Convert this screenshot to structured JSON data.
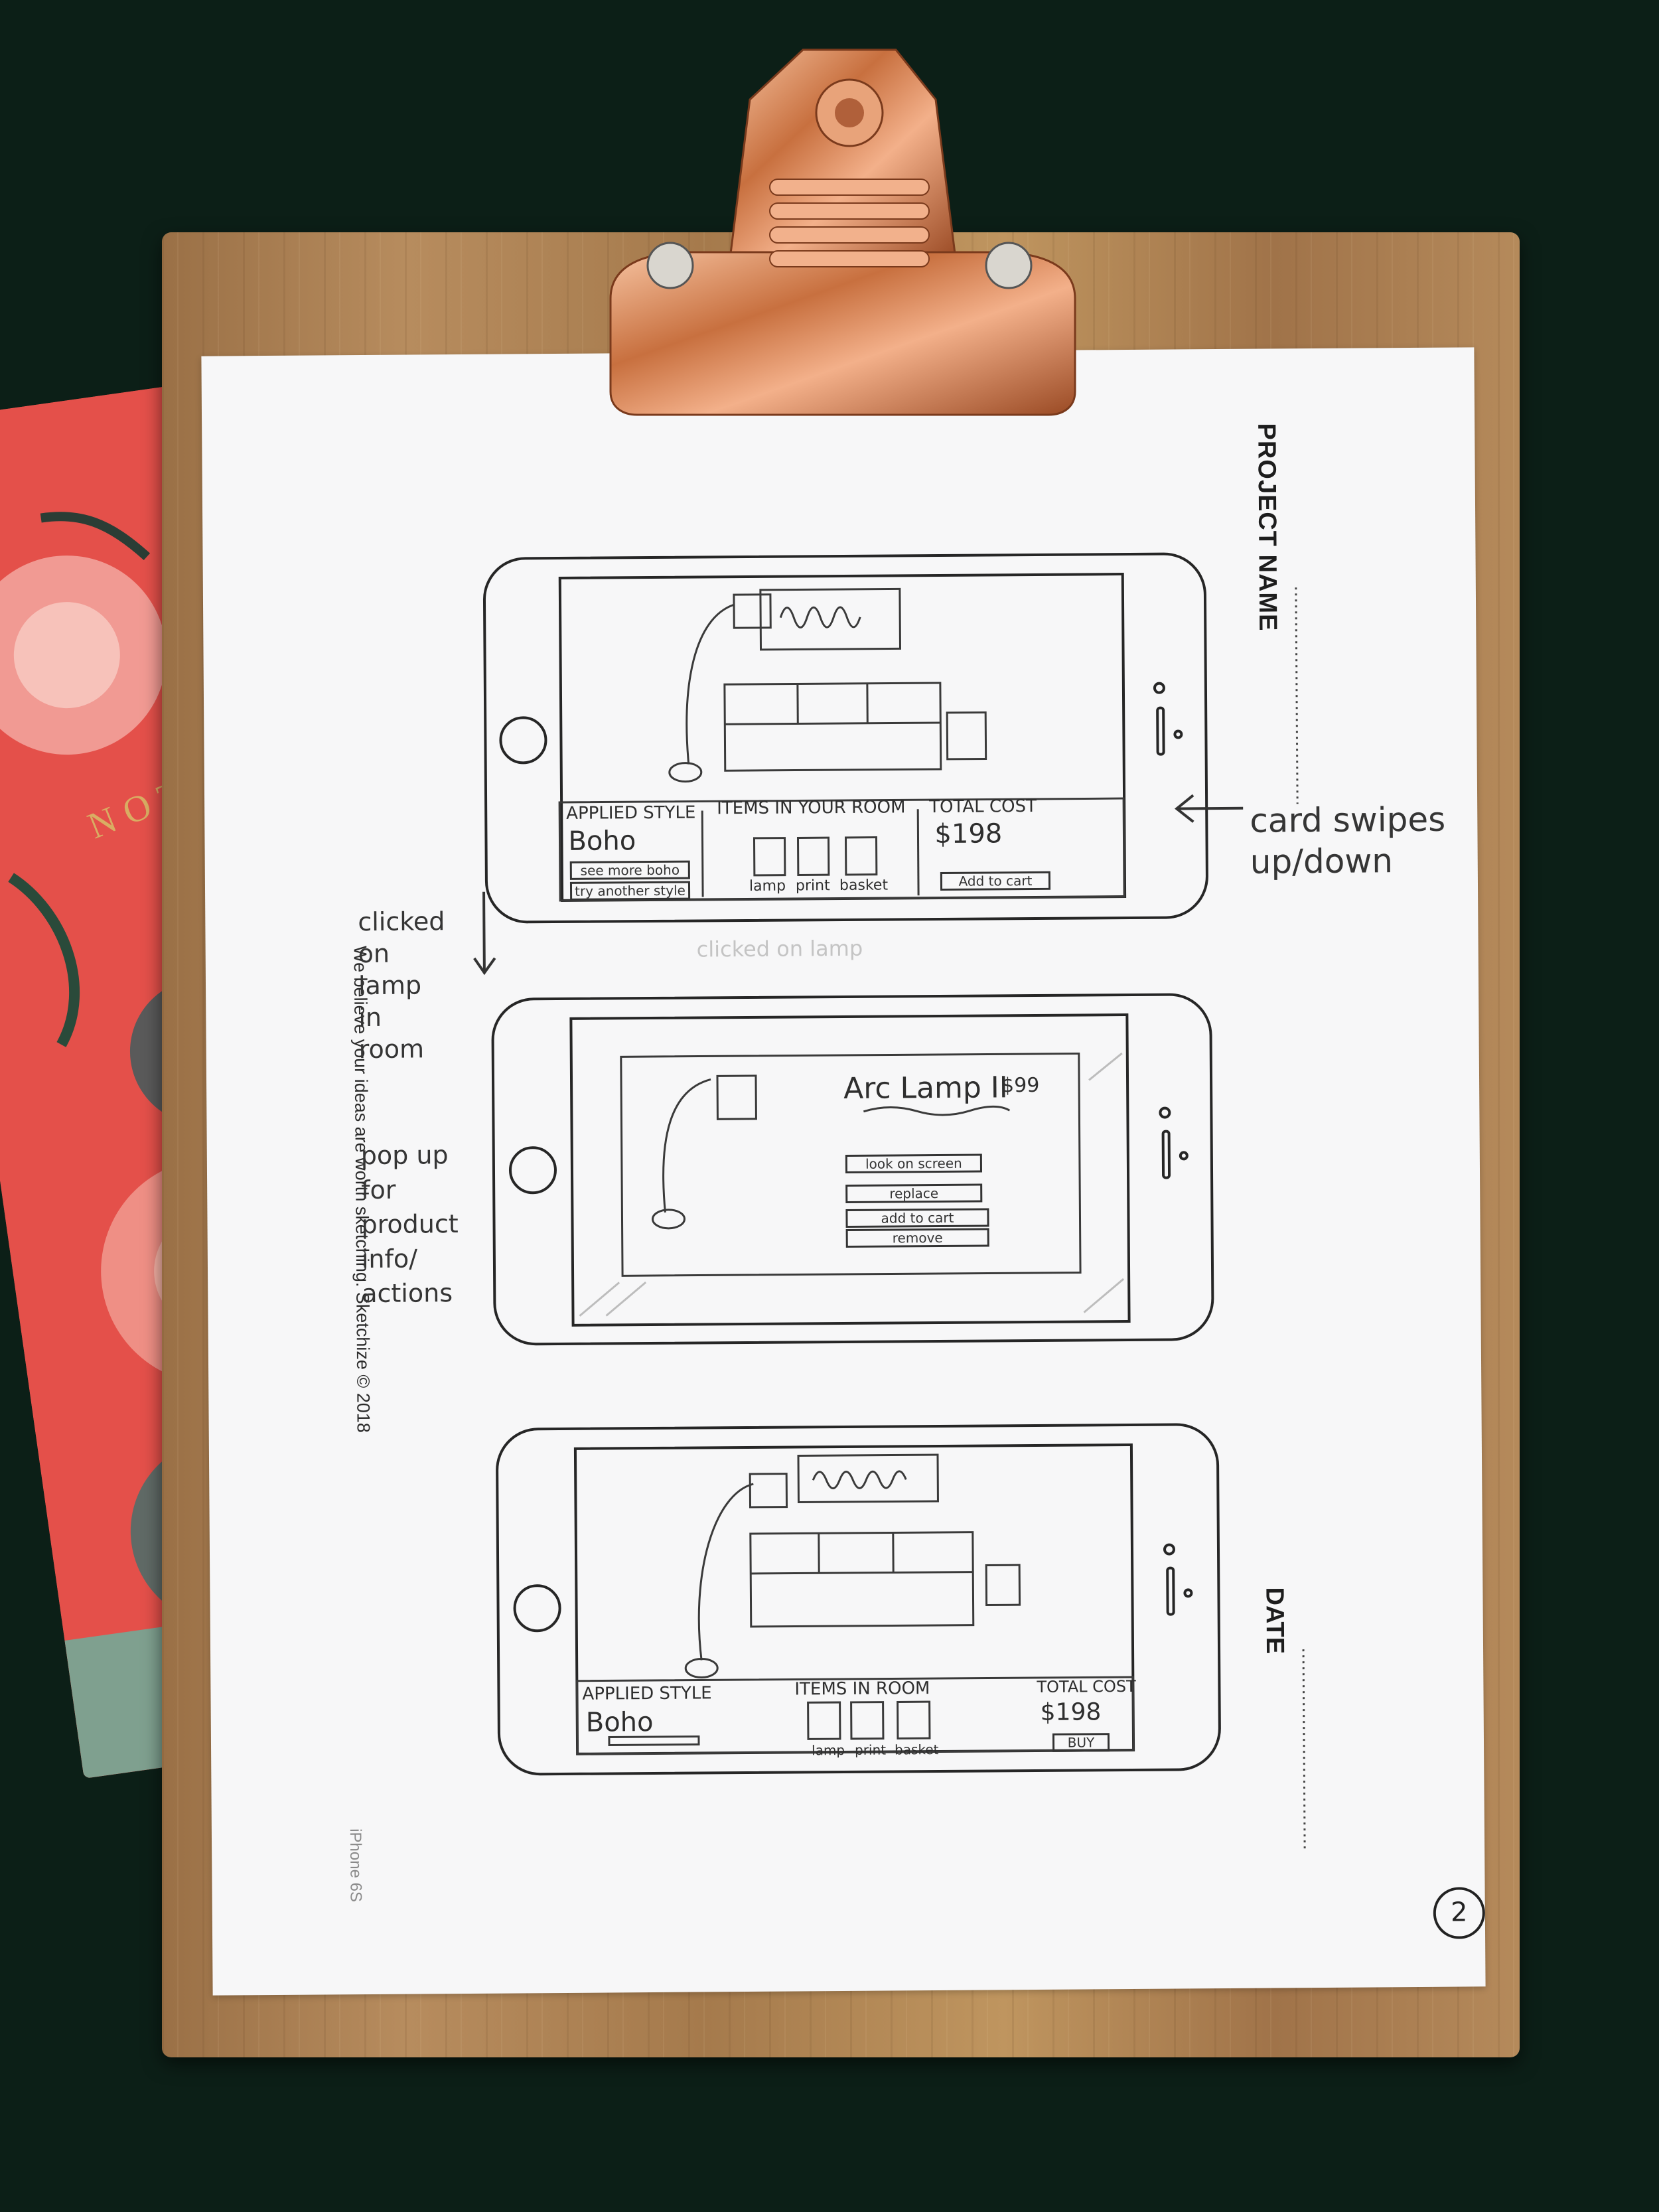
{
  "notebook": {
    "label": "NOTE"
  },
  "sheet": {
    "project_label": "PROJECT NAME",
    "date_label": "DATE",
    "tagline": "We believe your ideas are worth sketching. Sketchize © 2018",
    "device": "iPhone 6S",
    "page_number": "2"
  },
  "annotations": {
    "card_swipes": "card swipes\nup/down",
    "clicked": "clicked\non\nlamp\nin\nroom",
    "popup": "pop up\nfor\nproduct\ninfo/\nactions",
    "ghost": "clicked on lamp"
  },
  "screen1": {
    "applied_style_label": "APPLIED STYLE",
    "style_value": "Boho",
    "see_more": "see more boho",
    "try_another": "try another style",
    "items_label": "ITEMS IN YOUR ROOM",
    "items": [
      "lamp",
      "print",
      "basket"
    ],
    "total_label": "TOTAL COST",
    "total_value": "$198",
    "add_to_cart": "Add to cart"
  },
  "screen2": {
    "product_name": "Arc Lamp II",
    "price": "$99",
    "actions": [
      "look on screen",
      "replace",
      "add to cart",
      "remove"
    ]
  },
  "screen3": {
    "applied_style_label": "APPLIED STYLE",
    "style_value": "Boho",
    "items_label": "ITEMS IN ROOM",
    "items": [
      "lamp",
      "print",
      "basket"
    ],
    "total_label": "TOTAL COST",
    "total_value": "$198",
    "buy": "BUY"
  }
}
